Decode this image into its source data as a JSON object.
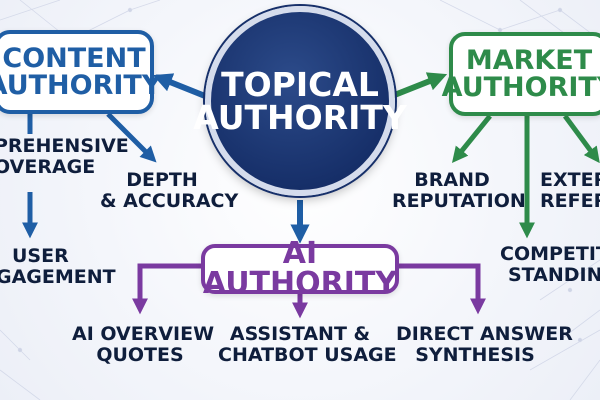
{
  "colors": {
    "navy": "#17306a",
    "content_blue": "#1f5ea5",
    "market_green": "#2e8b4a",
    "ai_purple": "#7a3aa0",
    "text_dark": "#0f1e3c"
  },
  "diagram": {
    "center": {
      "line1": "TOPICAL",
      "line2": "AUTHORITY"
    },
    "content_authority": {
      "line1": "CONTENT",
      "line2": "AUTHORITY",
      "children": [
        {
          "line1": "PREHENSIVE",
          "line2": "OVERAGE"
        },
        {
          "line1": "DEPTH",
          "line2": "& ACCURACY"
        },
        {
          "line1": "USER",
          "line2": "GAGEMENT"
        }
      ]
    },
    "market_authority": {
      "line1": "MARKET",
      "line2": "AUTHORITY",
      "children": [
        {
          "line1": "BRAND",
          "line2": "REPUTATION"
        },
        {
          "line1": "EXTER",
          "line2": "REFERE"
        },
        {
          "line1": "COMPETITO",
          "line2": "STANDIN"
        }
      ]
    },
    "ai_authority": {
      "label": "AI AUTHORITY",
      "children": [
        {
          "line1": "AI OVERVIEW",
          "line2": "QUOTES"
        },
        {
          "line1": "ASSISTANT &",
          "line2": "CHATBOT USAGE"
        },
        {
          "line1": "DIRECT ANSWER",
          "line2": "SYNTHESIS"
        }
      ]
    }
  }
}
